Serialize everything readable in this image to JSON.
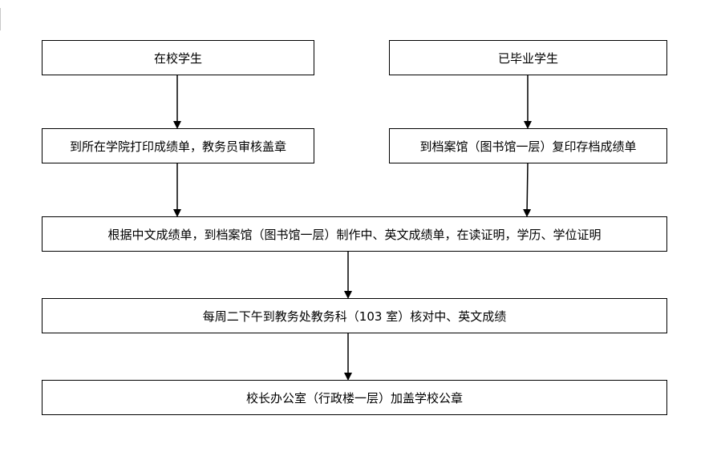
{
  "flowchart": {
    "top_left": "在校学生",
    "top_right": "已毕业学生",
    "step_left": "到所在学院打印成绩单，教务员审核盖章",
    "step_right": "到档案馆（图书馆一层）复印存档成绩单",
    "step_make": "根据中文成绩单，到档案馆（图书馆一层）制作中、英文成绩单，在读证明，学历、学位证明",
    "step_verify": "每周二下午到教务处教务科（103 室）核对中、英文成绩",
    "step_seal": "校长办公室（行政楼一层）加盖学校公章"
  }
}
